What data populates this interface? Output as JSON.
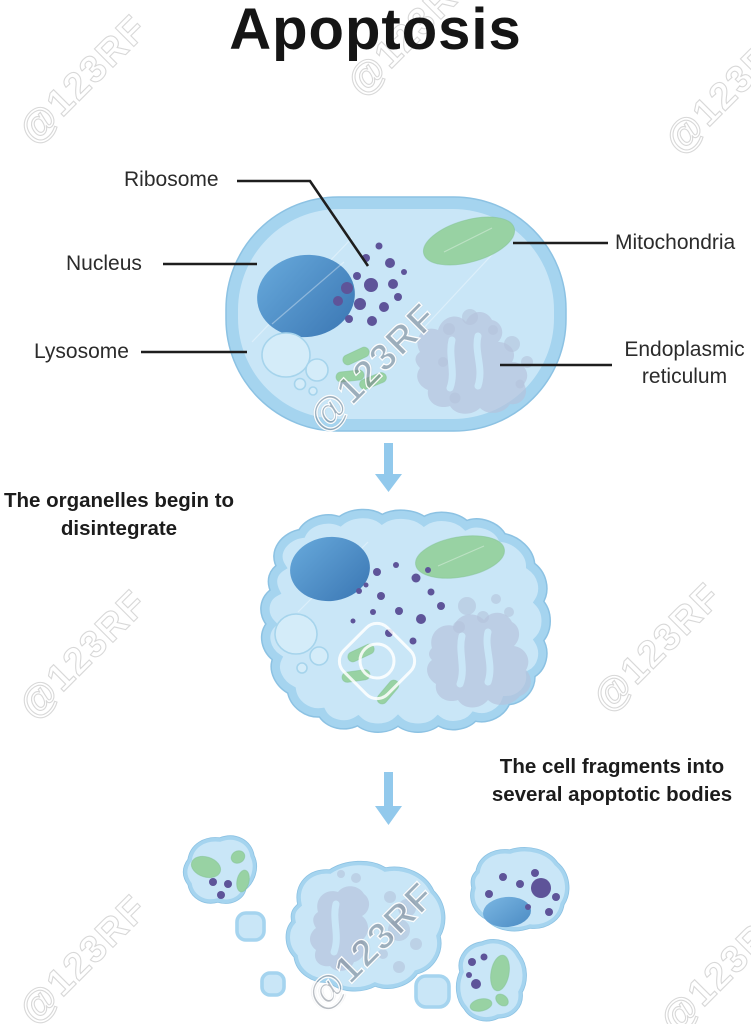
{
  "title": "Apoptosis",
  "watermark": {
    "text": "@123RF"
  },
  "organelle_labels": {
    "ribosome": "Ribosome",
    "nucleus": "Nucleus",
    "lysosome": "Lysosome",
    "mitochondria": "Mitochondria",
    "endoplasmic_reticulum": {
      "line1": "Endoplasmic",
      "line2": "reticulum"
    }
  },
  "captions": {
    "step1": {
      "line1": "The organelles begin to",
      "line2": "disintegrate"
    },
    "step2": {
      "line1": "The cell fragments into",
      "line2": "several apoptotic bodies"
    }
  },
  "colors": {
    "membrane": "#a5d4ef",
    "membrane_edge": "#8cc2e3",
    "cytoplasm": "#c9e6f7",
    "nucleus_light": "#68aadc",
    "nucleus_dark": "#3a76b3",
    "mitochondria": "#98d2a3",
    "ribosome": "#5e5499",
    "endoplasmic_reticulum": "#b5c3dc",
    "lysosome_outline": "#a6d4ec",
    "arrow": "#92c9ec",
    "label_text": "#2b2b2b",
    "leader_line": "#1e1e1e"
  }
}
